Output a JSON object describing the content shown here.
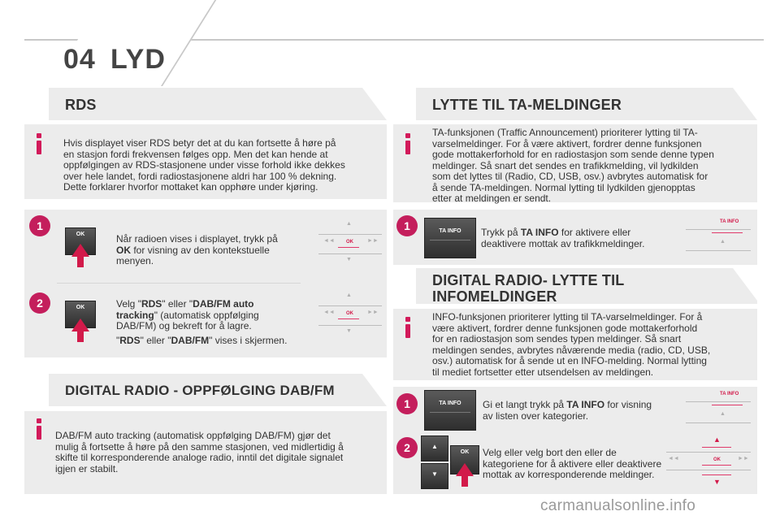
{
  "header": {
    "chapter_number": "04",
    "chapter_title": "LYD"
  },
  "rds": {
    "title": "RDS",
    "info": [
      "Hvis displayet viser RDS betyr det at du kan fortsette å høre på",
      "en stasjon fordi frekvensen følges opp. Men det kan hende at",
      "oppfølgingen av RDS-stasjonene under visse forhold ikke dekkes",
      "over hele landet, fordi radiostasjonene aldri har 100 % dekning.",
      "Dette forklarer hvorfor mottaket kan opphøre under kjøring."
    ],
    "step1": {
      "number": "1",
      "button_label": "OK",
      "line1": "Når radioen vises i displayet, trykk på",
      "bold": "OK",
      "rest": " for visning av den kontekstuelle",
      "line3": "menyen."
    },
    "step2": {
      "number": "2",
      "button_label": "OK",
      "velg": "Velg \"",
      "rds": "RDS",
      "eller": "\" eller \"",
      "dab_auto": "DAB/FM auto",
      "tracking": "tracking",
      "auto_text": "\" (automatisk oppfølging",
      "line3": "DAB/FM) og bekreft for å lagre.",
      "quote1": "\"",
      "rds2": "RDS",
      "eller2": "\" eller \"",
      "dabfm": "DAB/FM",
      "vises": "\" vises i skjermen."
    }
  },
  "dab": {
    "title": "DIGITAL RADIO - OPPFØLGING DAB/FM",
    "info": [
      "DAB/FM auto tracking (automatisk oppfølging DAB/FM) gjør det",
      "mulig å fortsette å høre på den samme stasjonen, ved midlertidig å",
      "skifte til korresponderende analoge radio, inntil det digitale signalet",
      "igjen er stabilt."
    ]
  },
  "ta": {
    "title": "LYTTE TIL TA-MELDINGER",
    "info": [
      "TA-funksjonen (Traffic Announcement) prioriterer lytting til TA-",
      "varselmeldinger. For å være aktivert, fordrer denne funksjonen",
      "gode mottakerforhold for en radiostasjon som sende denne typen",
      "meldinger. Så snart det sendes en trafikkmelding, vil lydkilden",
      "som det lyttes til (Radio, CD, USB, osv.) avbrytes automatisk for",
      "å sende TA-meldingen. Normal lytting til lydkilden gjenopptas",
      "etter at meldingen er sendt."
    ],
    "step1": {
      "number": "1",
      "button_label": "TA INFO",
      "pre": "Trykk på ",
      "bold": "TA INFO",
      "post": " for aktivere eller",
      "line2": "deaktivere mottak av trafikkmeldinger.",
      "panel_label": "TA INFO"
    }
  },
  "info_section": {
    "title_line1": "DIGITAL RADIO- LYTTE TIL",
    "title_line2": "INFOMELDINGER",
    "info": [
      "INFO-funksjonen prioriterer lytting til TA-varselmeldinger. For å",
      "være aktivert, fordrer denne funksjonen gode mottakerforhold",
      "for en radiostasjon som sendes typen meldinger. Så snart",
      "meldingen sendes, avbrytes nåværende media (radio, CD, USB,",
      "osv.) automatisk for å sende ut en INFO-melding. Normal lytting",
      "til mediet fortsetter etter utsendelsen av meldingen."
    ],
    "step1": {
      "number": "1",
      "button_label": "TA INFO",
      "pre": "Gi et langt trykk på ",
      "bold": "TA INFO",
      "post": " for visning",
      "line2": "av listen over kategorier.",
      "panel_label": "TA INFO"
    },
    "step2": {
      "number": "2",
      "button_label": "OK",
      "up": "▲",
      "down": "▼",
      "line1": "Velg eller velg bort den eller de",
      "line2": "kategoriene for å aktivere eller deaktivere",
      "line3": "mottak av korresponderende meldinger."
    }
  },
  "controls": {
    "ok": "OK",
    "prev": "◄◄",
    "next": "►►",
    "up": "▲",
    "down": "▼"
  },
  "watermark": "carmanualsonline.info",
  "colors": {
    "accent": "#c41e5c",
    "panel": "#ececec"
  }
}
